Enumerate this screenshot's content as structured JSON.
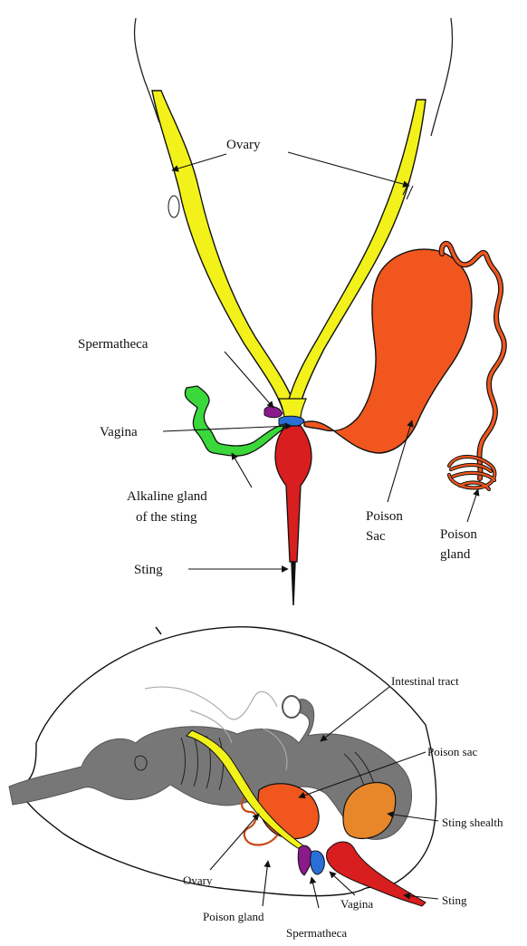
{
  "top_diagram": {
    "labels": {
      "ovary": "Ovary",
      "spermatheca": "Spermatheca",
      "vagina": "Vagina",
      "alkaline_line1": "Alkaline gland",
      "alkaline_line2": "of the sting",
      "poison_sac_line1": "Poison",
      "poison_sac_line2": "Sac",
      "poison_gland_line1": "Poison",
      "poison_gland_line2": "gland",
      "sting": "Sting"
    }
  },
  "bottom_diagram": {
    "labels": {
      "intestinal_tract": "Intestinal tract",
      "poison_sac": "Poison sac",
      "sting_shealth": "Sting shealth",
      "sting": "Sting",
      "ovary": "Ovary",
      "poison_gland": "Poison gland",
      "vagina": "Vagina",
      "spermatheca": "Spermatheca"
    }
  },
  "colors": {
    "ovary": "#f2f21a",
    "poison_sac": "#f0561e",
    "alkaline_gland": "#3ad83a",
    "sting": "#d81e1e",
    "spermatheca": "#8a1a8a",
    "vagina": "#2a6fd8",
    "gut": "#707070",
    "sting_sheath": "#e8862a"
  }
}
